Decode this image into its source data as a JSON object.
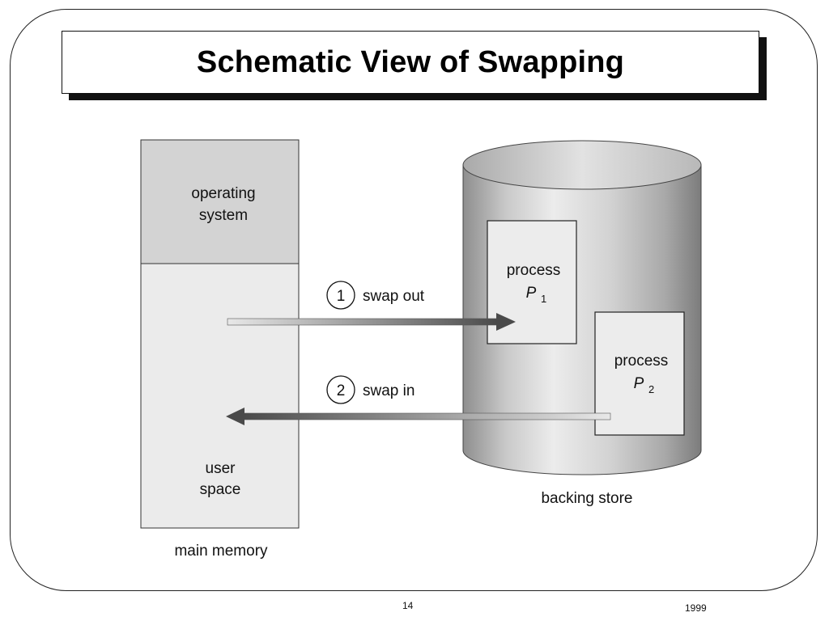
{
  "slide": {
    "title": "Schematic View of Swapping",
    "page_number": "14",
    "year": "1999"
  },
  "main_memory": {
    "os_label": [
      "operating",
      "system"
    ],
    "user_label": [
      "user",
      "space"
    ],
    "caption": "main memory"
  },
  "backing_store": {
    "caption": "backing store",
    "process1": {
      "label": "process",
      "name": "P",
      "subscript": "1"
    },
    "process2": {
      "label": "process",
      "name": "P",
      "subscript": "2"
    }
  },
  "steps": [
    {
      "number": "1",
      "label": "swap out"
    },
    {
      "number": "2",
      "label": "swap in"
    }
  ],
  "colors": {
    "os_fill": "#d3d3d3",
    "user_fill": "#ebebeb",
    "process_fill": "#ececec",
    "arrow_dark": "#4a4a4a"
  }
}
